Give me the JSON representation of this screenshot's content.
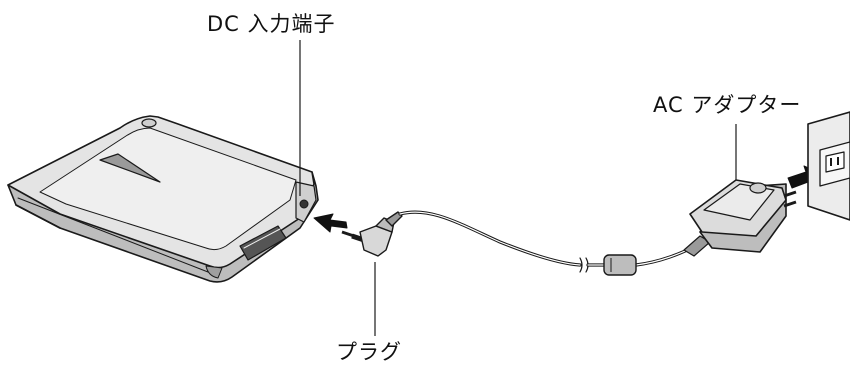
{
  "labels": {
    "dc_input": "DC 入力端子",
    "ac_adapter": "AC アダプター",
    "plug": "プラグ"
  },
  "colors": {
    "stroke": "#1a1a1a",
    "device_fill": "#d4d4d4",
    "device_top": "#e6e6e6",
    "adapter_fill": "#c8c8c8",
    "background": "#ffffff"
  }
}
